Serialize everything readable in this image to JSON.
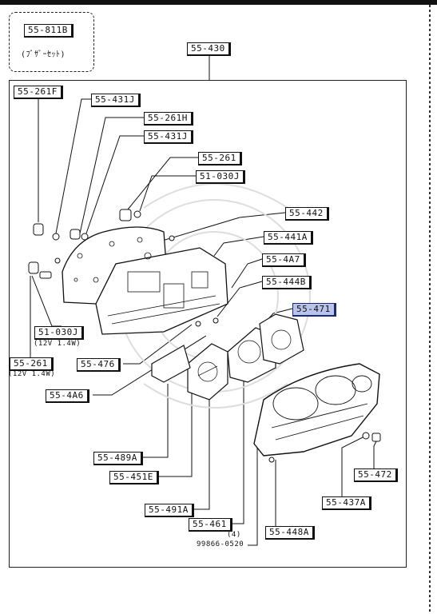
{
  "diagram": {
    "set_box": {
      "part": "55-811B",
      "note": "(ﾌﾞｻﾞｰｾｯﾄ)"
    },
    "main_part": "55-430",
    "labels": {
      "p261F": "55-261F",
      "p431J_a": "55-431J",
      "p261H": "55-261H",
      "p431J_b": "55-431J",
      "p261_top": "55-261",
      "p030J_top": "51-030J",
      "p442": "55-442",
      "p441A": "55-441A",
      "p4A7": "55-4A7",
      "p444B": "55-444B",
      "p471": "55-471",
      "p030J_left": "51-030J",
      "p261_left": "55-261",
      "p476": "55-476",
      "p4A6": "55-4A6",
      "p489A": "55-489A",
      "p451E": "55-451E",
      "p491A": "55-491A",
      "p461": "55-461",
      "p448A": "55-448A",
      "p472": "55-472",
      "p437A": "55-437A"
    },
    "notes": {
      "bulb_left_a": "(12V 1.4W)",
      "bulb_left_b": "(12V 1.4W)",
      "screw_qty": "(4)",
      "screw_part": "99866-0520"
    },
    "highlight_color": "#b9c3ec"
  }
}
